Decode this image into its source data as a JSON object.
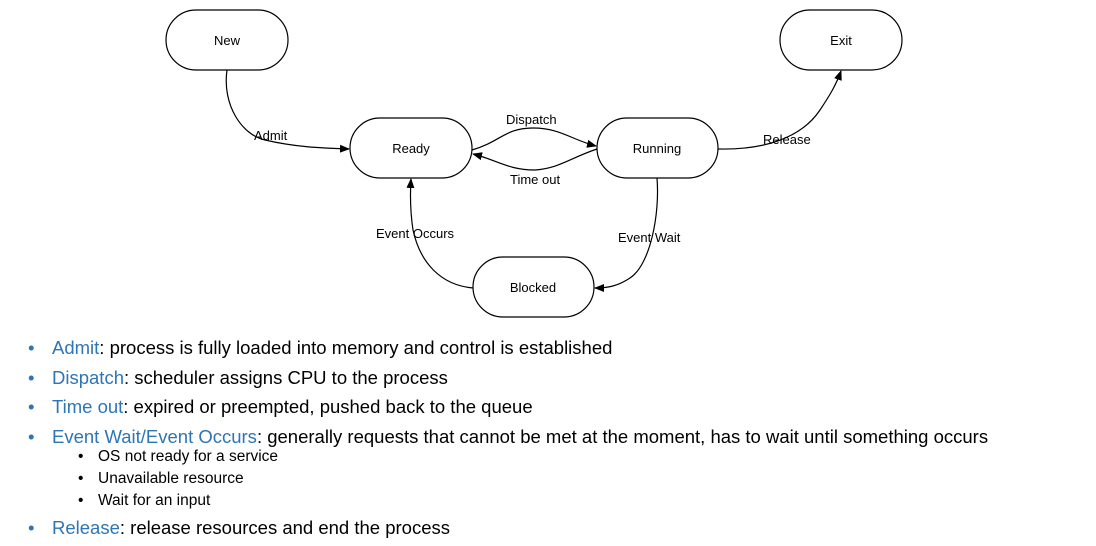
{
  "diagram": {
    "states": {
      "new": "New",
      "exit": "Exit",
      "ready": "Ready",
      "running": "Running",
      "blocked": "Blocked"
    },
    "transitions": {
      "admit": "Admit",
      "dispatch": "Dispatch",
      "timeout": "Time out",
      "release": "Release",
      "event_occurs": "Event Occurs",
      "event_wait": "Event Wait"
    }
  },
  "bullets": [
    {
      "term": "Admit",
      "text": ": process is fully loaded into memory and control is established"
    },
    {
      "term": "Dispatch",
      "text": ": scheduler assigns CPU to the process"
    },
    {
      "term": "Time out",
      "text": ": expired or preempted, pushed back to the queue"
    },
    {
      "term": "Event Wait/Event Occurs",
      "text": ": generally requests that cannot be met at the moment, has to wait until something occurs",
      "subitems": [
        "OS not ready for a service",
        "Unavailable resource",
        "Wait for an input"
      ]
    },
    {
      "term": "Release",
      "text": ": release resources and end the process"
    }
  ],
  "colors": {
    "term": "#2E75B6",
    "stroke": "#000000"
  }
}
